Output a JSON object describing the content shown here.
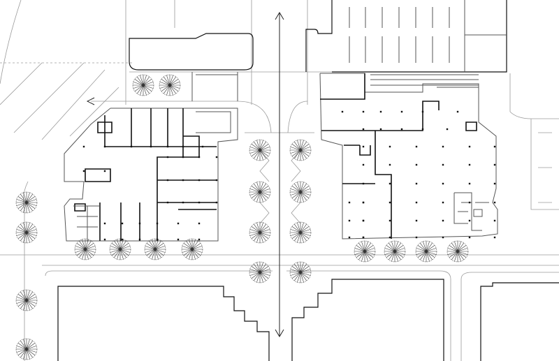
{
  "drawing": {
    "type": "site-plan",
    "colors": {
      "background": "#ffffff",
      "walls": "#111111",
      "context": "#9a9a9a"
    },
    "icons": [
      "tree-symbol",
      "two-way-arrow",
      "stair-symbol"
    ]
  }
}
